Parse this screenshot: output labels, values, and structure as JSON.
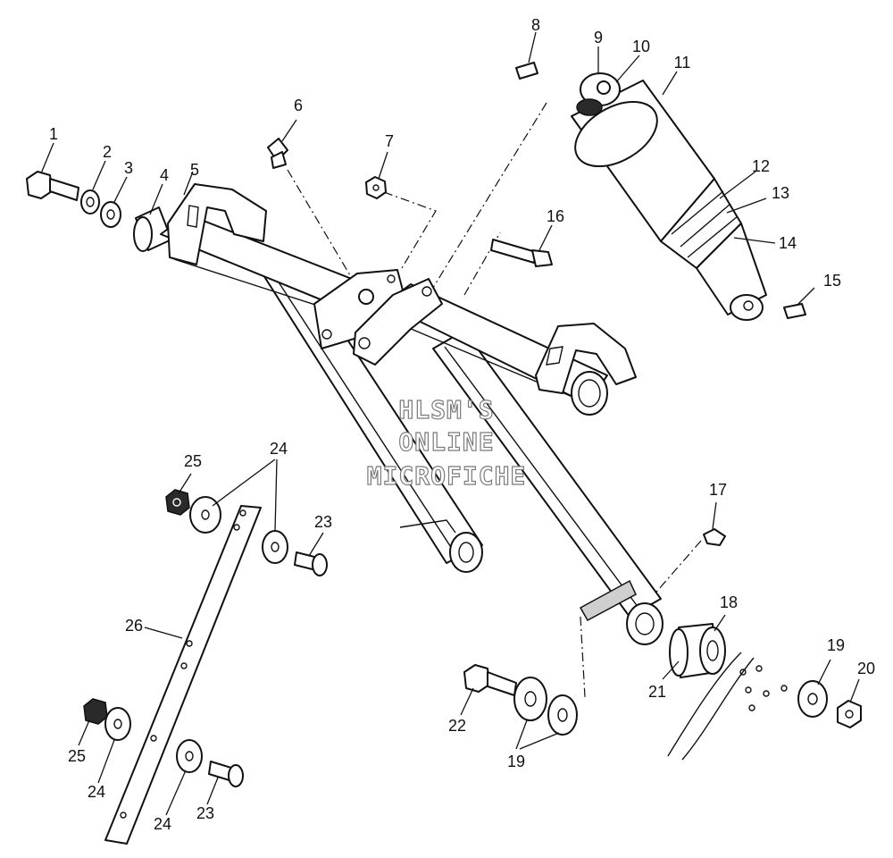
{
  "watermark": {
    "line1": "HLSM'S",
    "line2": "ONLINE",
    "line3": "MICROFICHE"
  },
  "callouts": {
    "n1": "1",
    "n2": "2",
    "n3": "3",
    "n4": "4",
    "n5": "5",
    "n6": "6",
    "n7": "7",
    "n8": "8",
    "n9": "9",
    "n10": "10",
    "n11": "11",
    "n12": "12",
    "n13": "13",
    "n14": "14",
    "n15": "15",
    "n16": "16",
    "n17": "17",
    "n18": "18",
    "n19a": "19",
    "n19b": "19",
    "n20": "20",
    "n21": "21",
    "n22": "22",
    "n23a": "23",
    "n23b": "23",
    "n24a": "24",
    "n24b": "24",
    "n24c": "24",
    "n25a": "25",
    "n25b": "25",
    "n26": "26"
  }
}
